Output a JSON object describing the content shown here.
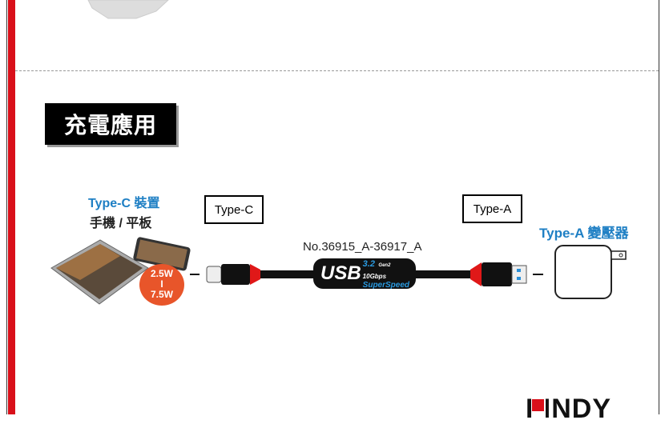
{
  "section_title": "充電應用",
  "device": {
    "label": "Type-C 裝置",
    "sublabel": "手機 / 平板",
    "power_top": "2.5W",
    "power_sep": "I",
    "power_bottom": "7.5W"
  },
  "connector_left": "Type-C",
  "connector_right": "Type-A",
  "part_number": "No.36915_A-36917_A",
  "cable_badge": {
    "usb": "USB",
    "version": "3.2",
    "gen": "Gen2",
    "speed": "10Gbps",
    "superspeed": "SuperSpeed"
  },
  "adapter_label": "Type-A 變壓器",
  "brand": "LINDY",
  "colors": {
    "red": "#d9101a",
    "blue": "#1e7fc4",
    "orange": "#e8552a"
  }
}
